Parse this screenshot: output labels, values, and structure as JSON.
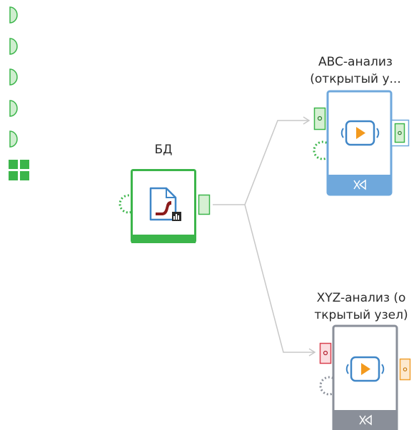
{
  "nodes": {
    "bd": {
      "title": "БД",
      "accent": "#3bb54a",
      "icon": "database-pipe-icon",
      "status": "ready"
    },
    "abc": {
      "title_line1": "ABC-анализ",
      "title_line2": "(открытый у...",
      "accent": "#6fa8dc",
      "icon": "open-node-play-icon",
      "status": "selected"
    },
    "xyz": {
      "title_line1": "XYZ-анализ (о",
      "title_line2": "ткрытый узел)",
      "accent": "#8a8f99",
      "icon": "open-node-play-icon",
      "status": "not-configured"
    }
  },
  "palette": {
    "port_green": "#3bb54a",
    "port_red": "#d9414f",
    "port_orange": "#f0a030",
    "connector_gray": "#c8c8c8",
    "play_orange": "#f39a1e"
  }
}
